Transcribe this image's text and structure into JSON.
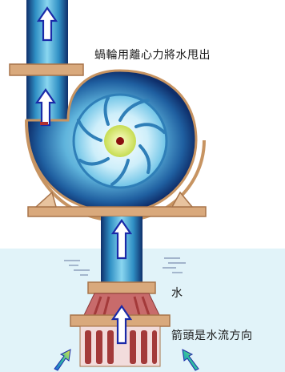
{
  "labels": {
    "impeller": "蝸輪用離心力將水甩出",
    "water": "水",
    "arrow_meaning": "箭頭是水流方向"
  },
  "colors": {
    "pipe_dark": "#0f2f6b",
    "pipe_mid": "#2f8fc4",
    "pipe_light": "#9fdcf2",
    "flange": "#d9a97c",
    "flange_edge": "#a8744a",
    "water": "#dff3fa",
    "arrow_stroke": "#1a2aa8",
    "arrow_fill": "#ffffff",
    "hub": "#e7f08a",
    "hub_center": "#8a0f0f",
    "strainer_red": "#a33a3a"
  },
  "icons": [
    "flow-arrow-icon",
    "inflow-arrow-icon"
  ]
}
